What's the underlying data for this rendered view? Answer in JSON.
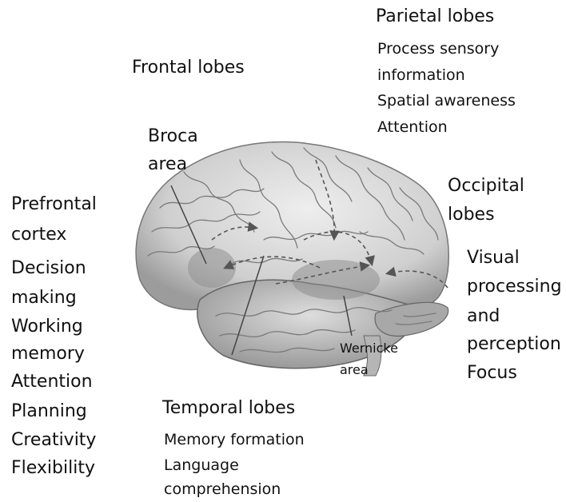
{
  "frontal": {
    "title": "Frontal lobes"
  },
  "broca": {
    "line1": "Broca",
    "line2": "area"
  },
  "prefrontal": {
    "title_line1": "Prefrontal",
    "title_line2": "cortex",
    "functions": [
      "Decision",
      "making",
      "Working",
      "memory",
      "Attention",
      "Planning",
      "Creativity",
      "Flexibility"
    ]
  },
  "parietal": {
    "title": "Parietal lobes",
    "functions": [
      "Process sensory",
      "information",
      "Spatial awareness",
      "Attention"
    ]
  },
  "occipital": {
    "title_line1": "Occipital",
    "title_line2": "lobes",
    "functions": [
      "Visual",
      "processing",
      "and",
      "perception",
      "Focus"
    ]
  },
  "temporal": {
    "title": "Temporal lobes",
    "functions": [
      "Memory formation",
      "Language",
      "comprehension"
    ]
  },
  "wernicke": {
    "line1": "Wernicke",
    "line2": "area"
  }
}
